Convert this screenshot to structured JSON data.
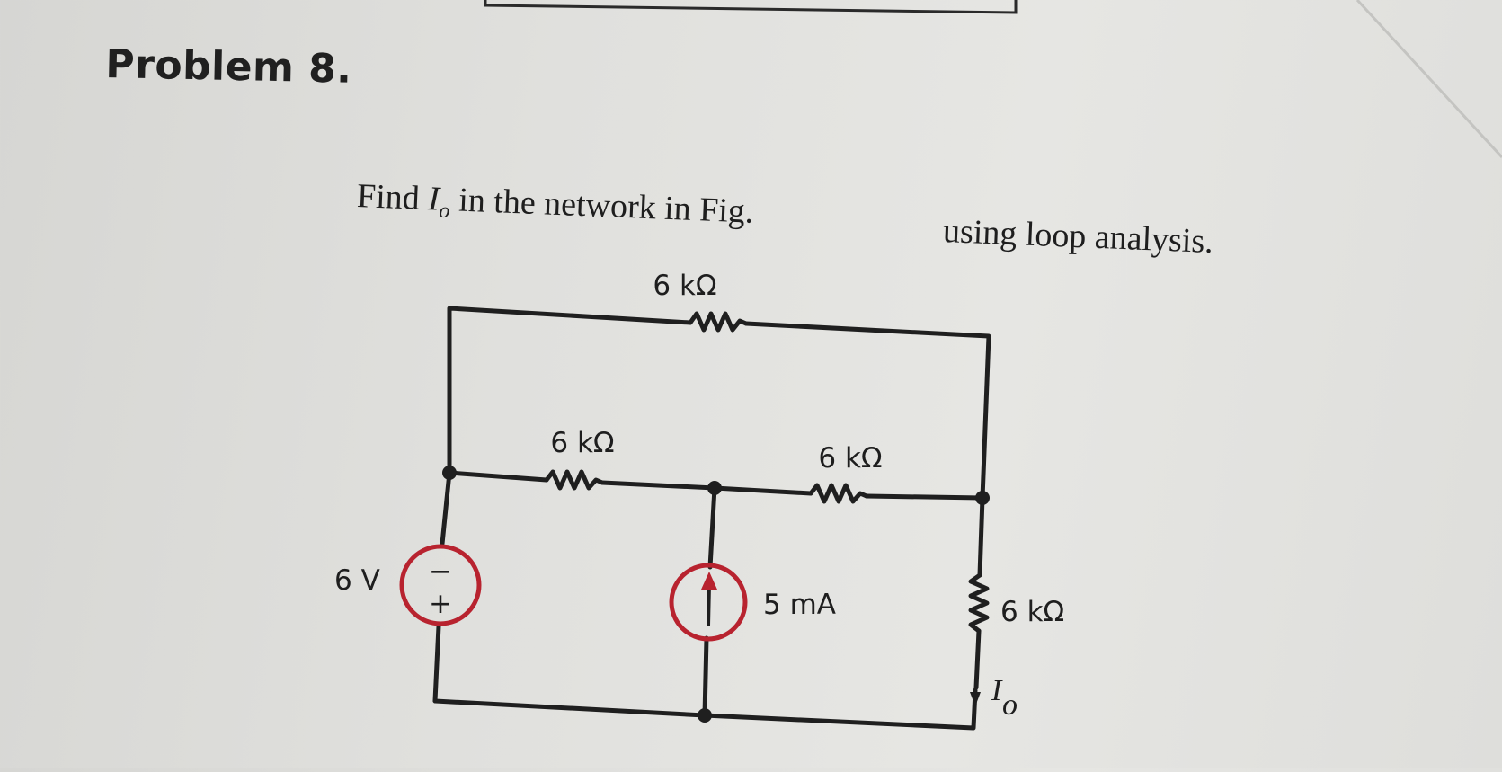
{
  "problem": {
    "title": "Problem 8.",
    "statement_prefix": "Find ",
    "variable": "I",
    "variable_sub": "o",
    "statement_middle": " in the network in Fig.",
    "statement_suffix": "using loop analysis."
  },
  "circuit": {
    "top_resistor": "6 kΩ",
    "middle_left_resistor": "6 kΩ",
    "middle_right_resistor": "6 kΩ",
    "right_resistor": "6 kΩ",
    "voltage_source": "6 V",
    "voltage_source_minus": "−",
    "voltage_source_plus": "+",
    "current_source": "5 mA",
    "output_current": "I",
    "output_current_sub": "o"
  },
  "colors": {
    "wire": "#1f1f1f",
    "source": "#b8232f"
  }
}
